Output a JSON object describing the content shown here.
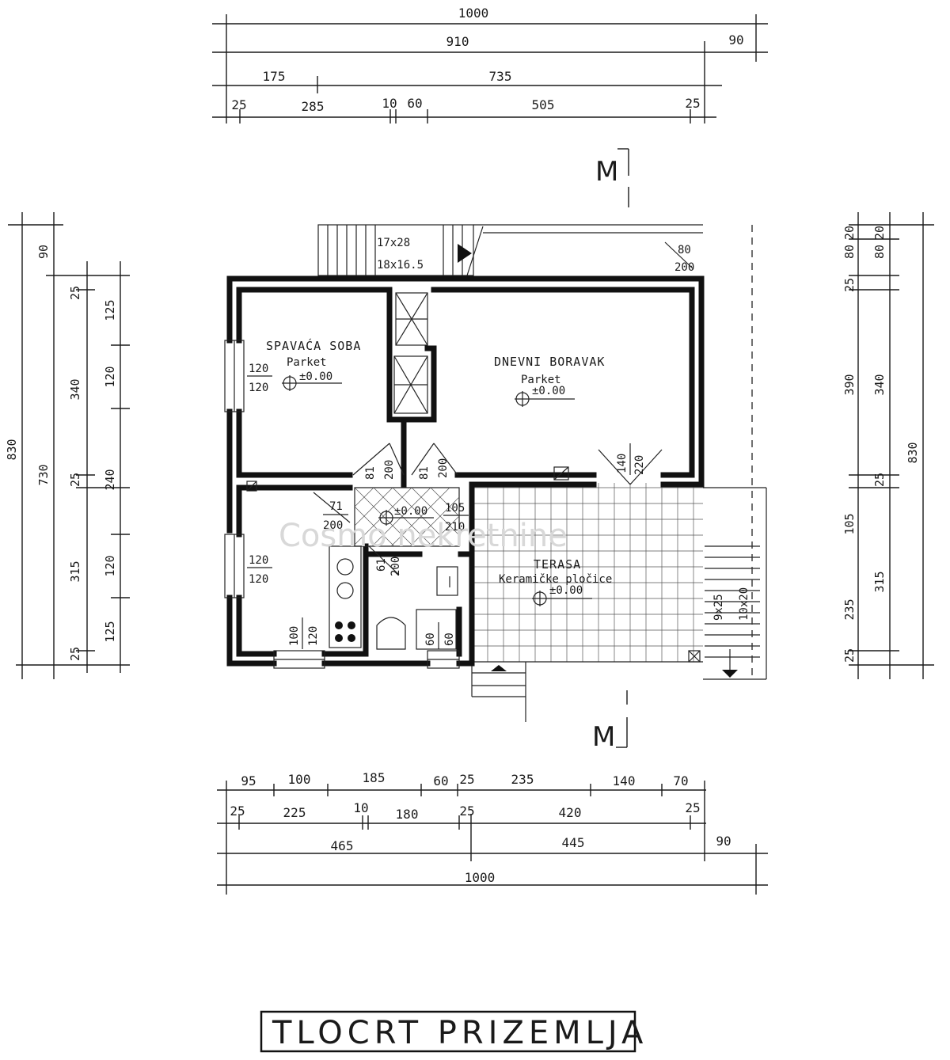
{
  "title": "TLOCRT PRIZEMLJA",
  "section_marks": {
    "top": "M",
    "bottom": "M"
  },
  "watermark": "Cosmo nekretnine",
  "rooms": {
    "bedroom": {
      "name": "SPAVAĆA SOBA",
      "floor": "Parket",
      "level": "±0.00"
    },
    "living": {
      "name": "DNEVNI BORAVAK",
      "floor": "Parket",
      "level": "±0.00"
    },
    "terrace": {
      "name": "TERASA",
      "floor": "Keramičke pločice",
      "level": "±0.00"
    },
    "hall": {
      "level": "±0.00"
    }
  },
  "stairs": {
    "upper": [
      "17x28",
      "18x16.5"
    ],
    "side": [
      "9x25",
      "10x20"
    ]
  },
  "openings": {
    "w_bed_top": [
      "120",
      "120"
    ],
    "w_bed_bot": [
      "120",
      "120"
    ],
    "w_bottom": [
      "100",
      "120"
    ],
    "w_bath": [
      "60",
      "60"
    ],
    "d_stair": [
      "80",
      "200"
    ],
    "d_bed": [
      "81",
      "200"
    ],
    "d_living": [
      "81",
      "200"
    ],
    "d_living_big": [
      "140",
      "220"
    ],
    "d_entry": [
      "105",
      "210"
    ],
    "d_kitchen": [
      "71",
      "200"
    ],
    "d_bath": [
      "61",
      "200"
    ]
  },
  "dims_top": {
    "r1": "1000",
    "r2": [
      "910",
      "90"
    ],
    "r3": [
      "175",
      "735"
    ],
    "r4": [
      "25",
      "285",
      "10",
      "60",
      "505",
      "25"
    ]
  },
  "dims_bottom": {
    "r1": [
      "95",
      "100",
      "185",
      "60",
      "25",
      "235",
      "140",
      "70"
    ],
    "r2": [
      "25",
      "225",
      "10",
      "180",
      "25",
      "420",
      "25"
    ],
    "r3": [
      "465",
      "445",
      "90"
    ],
    "r4": "1000"
  },
  "dims_left": {
    "outer": "830",
    "mid": [
      "90",
      "730"
    ],
    "inner": [
      "25",
      "340",
      "25",
      "315",
      "25"
    ],
    "openings": [
      "125",
      "120",
      "240",
      "120",
      "125"
    ]
  },
  "dims_right": {
    "outer": "830",
    "c1": [
      "80",
      "20",
      "25",
      "390",
      "105",
      "235",
      "25"
    ],
    "c2": [
      "80",
      "20",
      "340",
      "25",
      "315"
    ]
  }
}
